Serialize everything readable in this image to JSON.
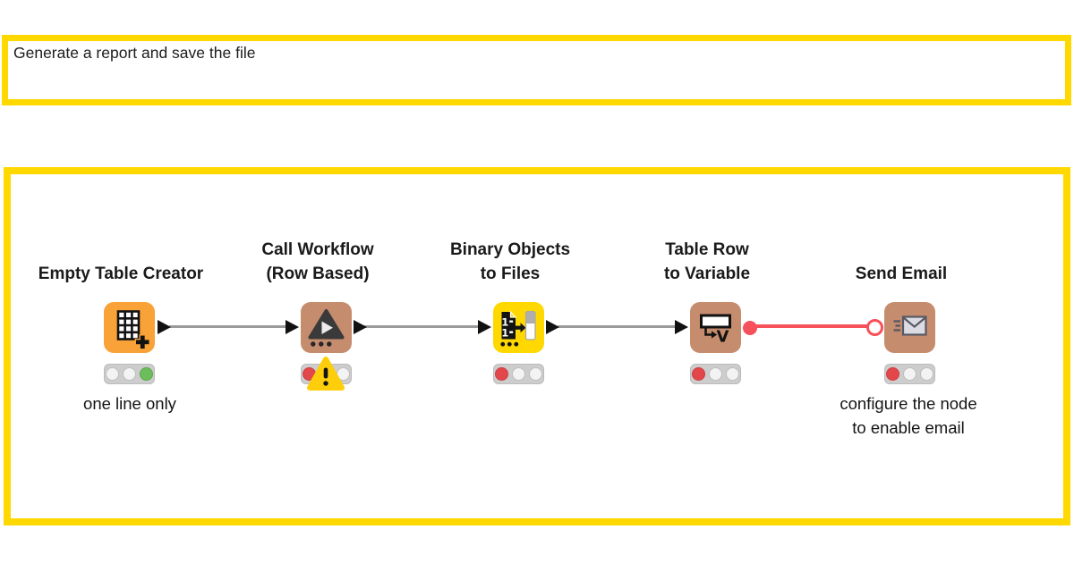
{
  "annotation_top": {
    "text": "Generate a report and save the file"
  },
  "colors": {
    "annotation_border": "#FFD800",
    "connection": "#9A9A9A",
    "error": "#F6505A",
    "port": "#111111",
    "traffic_light_bg": "#CDCDCD",
    "status_green": "#6CBE5C",
    "status_red": "#E2474B",
    "warning_yellow": "#FFCE0A"
  },
  "workflow": {
    "nodes": [
      {
        "id": "empty-table-creator",
        "title_line1": "Empty Table Creator",
        "title_line2": "",
        "caption_line1": "one line only",
        "caption_line2": "",
        "color": "#F8A237",
        "status": [
          "off",
          "off",
          "green"
        ]
      },
      {
        "id": "call-workflow-row-based",
        "title_line1": "Call Workflow",
        "title_line2": "(Row Based)",
        "caption_line1": "",
        "caption_line2": "",
        "color": "#C68C6E",
        "status": [
          "red",
          "off",
          "off"
        ]
      },
      {
        "id": "binary-objects-to-files",
        "title_line1": "Binary Objects",
        "title_line2": "to Files",
        "caption_line1": "",
        "caption_line2": "",
        "color": "#FFD800",
        "status": [
          "red",
          "off",
          "off"
        ]
      },
      {
        "id": "table-row-to-variable",
        "title_line1": "Table Row",
        "title_line2": "to Variable",
        "caption_line1": "",
        "caption_line2": "",
        "color": "#C68C6E",
        "status": [
          "red",
          "off",
          "off"
        ]
      },
      {
        "id": "send-email",
        "title_line1": "Send Email",
        "title_line2": "",
        "caption_line1": "configure the node",
        "caption_line2": "to enable email",
        "color": "#C68C6E",
        "status": [
          "red",
          "off",
          "off"
        ]
      }
    ]
  }
}
